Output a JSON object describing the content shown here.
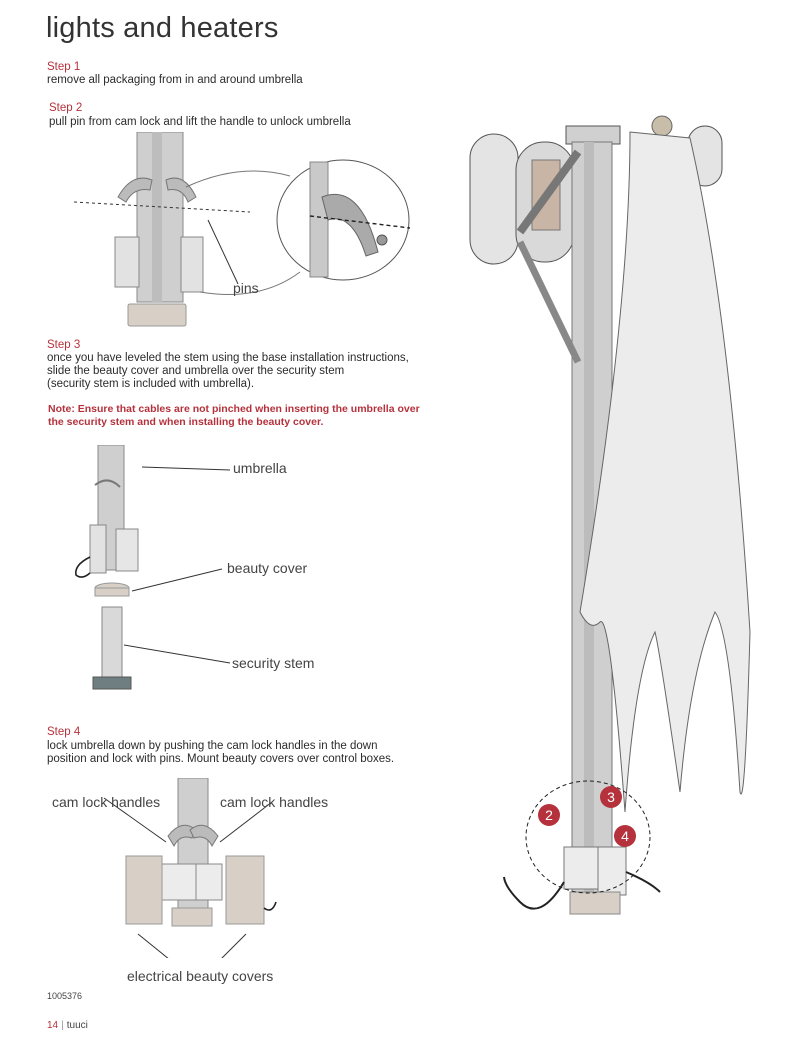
{
  "page": {
    "title": "lights and heaters",
    "doc_number": "1005376",
    "page_number": "14",
    "brand": "tuuci"
  },
  "steps": [
    {
      "heading": "Step 1",
      "lines": [
        "remove all packaging from in and around umbrella"
      ]
    },
    {
      "heading": "Step 2",
      "lines": [
        "pull pin from cam lock and lift the handle to unlock umbrella"
      ]
    },
    {
      "heading": "Step 3",
      "lines": [
        "once you have leveled the stem using the base installation instructions,",
        "slide the beauty cover and umbrella over the security stem",
        "(security stem is included with umbrella)."
      ],
      "note": [
        "Note: Ensure that cables are not pinched when inserting the umbrella over",
        "the security stem and when installing the beauty cover."
      ]
    },
    {
      "heading": "Step 4",
      "lines": [
        "lock umbrella down by pushing the cam lock handles in the down",
        "position and lock with pins. Mount beauty covers over control boxes."
      ]
    }
  ],
  "labels": {
    "pins": "pins",
    "umbrella": "umbrella",
    "beauty_cover": "beauty cover",
    "security_stem": "security stem",
    "cam_lock_left": "cam lock handles",
    "cam_lock_right": "cam lock handles",
    "electrical_covers": "electrical beauty covers"
  },
  "callouts": [
    "2",
    "3",
    "4"
  ],
  "colors": {
    "accent": "#b5323c",
    "text": "#2b2b2b",
    "metal": "#c9c9c9",
    "metal_dark": "#8a8a8a",
    "base": "#d8d0c6"
  }
}
